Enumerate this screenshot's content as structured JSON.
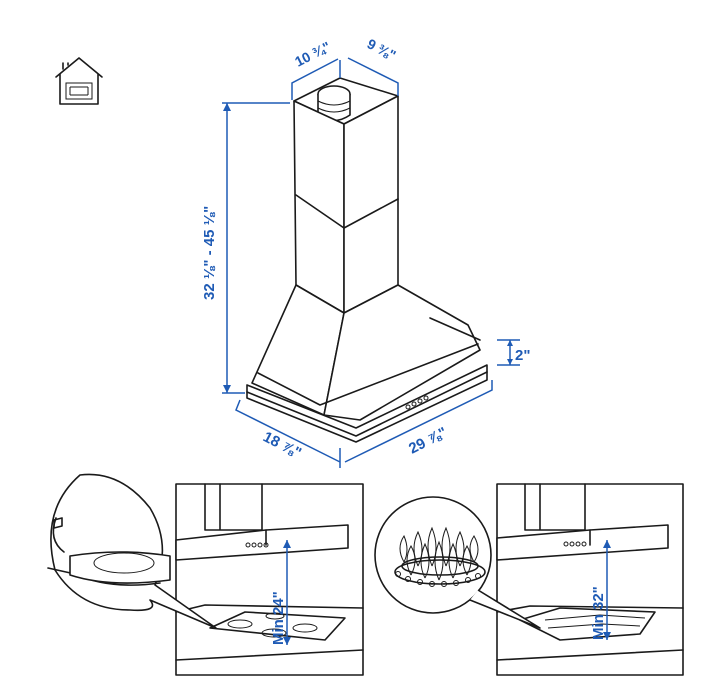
{
  "icon": "house-install-icon",
  "colors": {
    "dimension": "#1f5bb5",
    "line": "#1a1a1a",
    "background": "#ffffff"
  },
  "dimensions": {
    "depth_top": "10 ¾\"",
    "width_top": "9 ⅜\"",
    "height": "32 ⅛\" - 45 ⅛\"",
    "canopy_height": "2\"",
    "depth_bottom": "18 ⅞\"",
    "width_bottom": "29 ⅞\""
  },
  "panels": [
    {
      "clearance": "Min 24\""
    },
    {
      "clearance": "Min 32\""
    }
  ]
}
